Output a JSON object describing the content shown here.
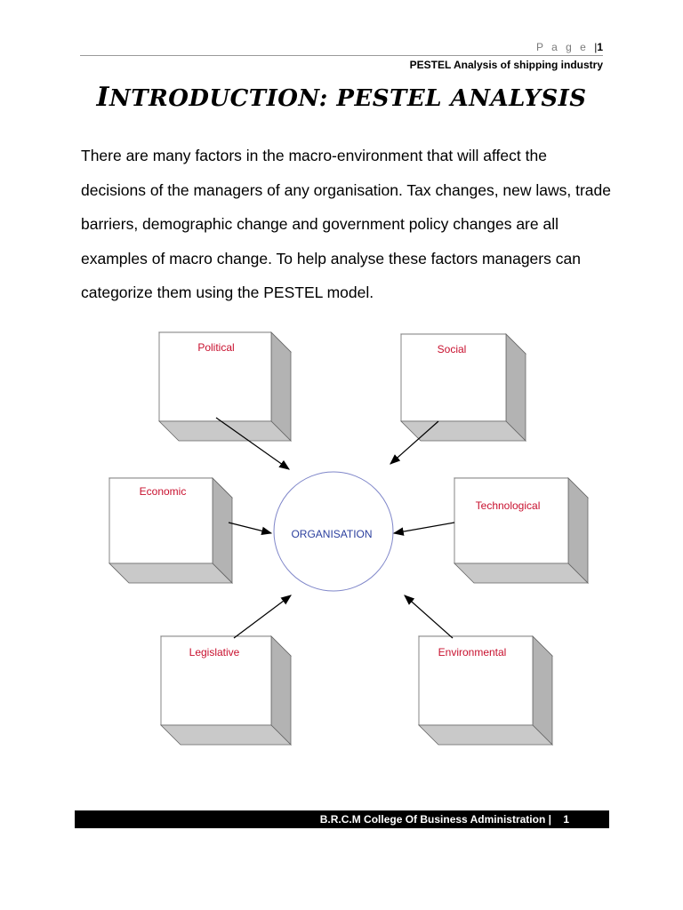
{
  "header": {
    "page_label": "P a g e",
    "page_sep": "|",
    "page_number": "1",
    "document_title": "PESTEL Analysis of shipping industry"
  },
  "title": {
    "first_letter": "I",
    "text": "NTRODUCTION: PESTEL ANALYSIS"
  },
  "body": {
    "paragraph": "There are many factors in the macro-environment that will affect the decisions of the managers of any organisation. Tax changes, new laws, trade barriers, demographic change and government policy changes are all examples of macro change. To help analyse these factors managers can categorize them using the PESTEL model."
  },
  "diagram": {
    "center_label": "ORGANISATION",
    "factors": [
      "Political",
      "Social",
      "Economic",
      "Technological",
      "Legislative",
      "Environmental"
    ],
    "colors": {
      "factor_text": "#c8102e",
      "center_text": "#2b3f9e",
      "circle": "#7f86c9",
      "box_side": "#b5b5b5",
      "box_top": "#d9d9d9"
    }
  },
  "footer": {
    "text": "B.R.C.M College Of Business Administration |    1"
  }
}
